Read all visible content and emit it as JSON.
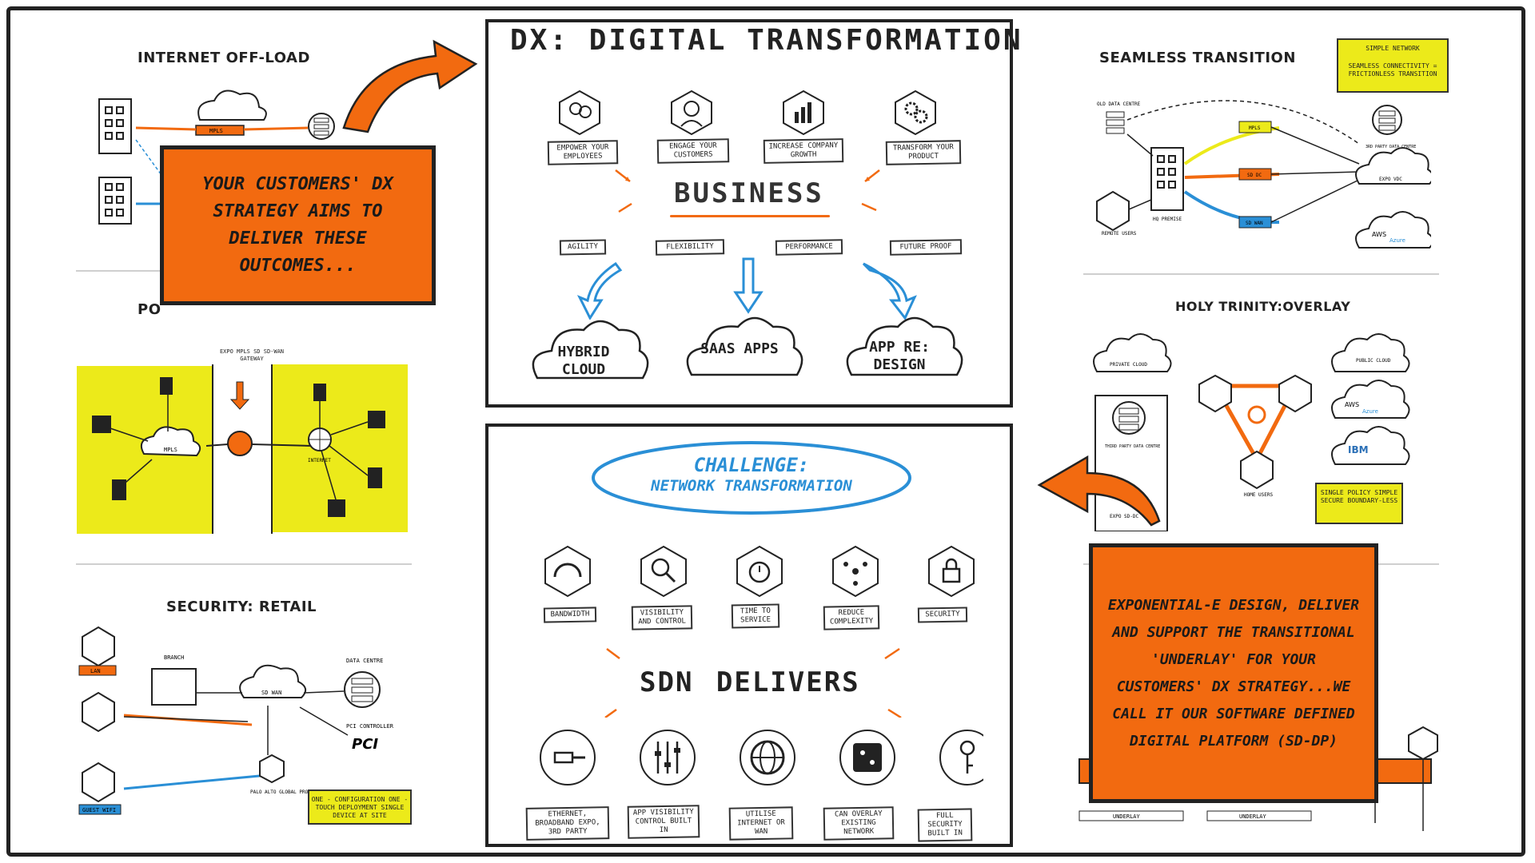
{
  "left": {
    "internet_offload": {
      "title": "INTERNET OFF-LOAD",
      "mpls_label": "MPLS"
    },
    "orange_callout": "YOUR CUSTOMERS' DX STRATEGY AIMS TO DELIVER THESE OUTCOMES...",
    "pop": {
      "title": "PO",
      "gateway_label": "EXPO MPLS SD SD-WAN GATEWAY",
      "mpls_label": "MPLS",
      "internet_label": "INTERNET"
    },
    "security_retail": {
      "title": "SECURITY: RETAIL",
      "branch_label": "BRANCH",
      "sdwan_label": "SD WAN",
      "datacentre_label": "DATA CENTRE",
      "pci_controller_label": "PCI CONTROLLER",
      "pci_logo": "PCI",
      "lan_label": "LAN",
      "guest_wifi_label": "GUEST WIFI",
      "protection_label": "PALO ALTO GLOBAL PROTECTION",
      "note": "ONE - CONFIGURATION ONE - TOUCH DEPLOYMENT SINGLE DEVICE AT SITE"
    }
  },
  "dx": {
    "title": "DX: DIGITAL TRANSFORMATION",
    "goals": [
      "EMPOWER YOUR EMPLOYEES",
      "ENGAGE YOUR CUSTOMERS",
      "INCREASE COMPANY GROWTH",
      "TRANSFORM YOUR PRODUCT"
    ],
    "business_label": "BUSINESS",
    "qualities": [
      "AGILITY",
      "FLEXIBILITY",
      "PERFORMANCE",
      "FUTURE PROOF"
    ],
    "clouds": [
      "HYBRID CLOUD",
      "SAAS APPS",
      "APP RE: DESIGN"
    ]
  },
  "sdn": {
    "challenge_line1": "CHALLENGE:",
    "challenge_line2": "NETWORK TRANSFORMATION",
    "needs": [
      "BANDWIDTH",
      "VISIBILITY AND CONTROL",
      "TIME TO SERVICE",
      "REDUCE COMPLEXITY",
      "SECURITY"
    ],
    "delivers_label": "SDN DELIVERS",
    "solutions": [
      "ETHERNET, BROADBAND EXPO, 3RD PARTY",
      "APP VISIBILITY CONTROL BUILT IN",
      "UTILISE INTERNET OR WAN",
      "CAN OVERLAY EXISTING NETWORK",
      "FULL SECURITY BUILT IN"
    ]
  },
  "right": {
    "seamless": {
      "title": "SEAMLESS TRANSITION",
      "note_line1": "SIMPLE NETWORK",
      "note_line2": "SEAMLESS CONNECTIVITY = FRICTIONLESS TRANSITION",
      "old_dc_label": "OLD DATA CENTRE",
      "mpls_label": "MPLS",
      "sdwan_label": "SD WAN",
      "sd_dc_label": "SD DC",
      "third_party_dc": "3RD PARTY DATA CENTRE",
      "expo_vdc": "EXPO VDC",
      "hq_label": "HQ PREMISE",
      "remote_users": "REMOTE USERS",
      "aws": "AWS",
      "azure": "Azure"
    },
    "holy_trinity": {
      "title": "HOLY TRINITY:OVERLAY",
      "private_cloud": "PRIVATE CLOUD",
      "third_party_dc": "THIRD PARTY DATA CENTRE",
      "expo_sddc": "EXPO SD-DC",
      "public_cloud": "PUBLIC CLOUD",
      "aws": "AWS",
      "azure": "Azure",
      "ibm": "IBM",
      "home_users": "HOME USERS",
      "note": "SINGLE POLICY SIMPLE SECURE BOUNDARY-LESS"
    },
    "orange_callout": "EXPONENTIAL-E DESIGN, DELIVER AND SUPPORT THE TRANSITIONAL 'UNDERLAY' FOR YOUR CUSTOMERS' DX STRATEGY...WE CALL IT OUR SOFTWARE DEFINED DIGITAL PLATFORM (SD-DP)",
    "underlay_labels": [
      "UNDERLAY",
      "UNDERLAY"
    ]
  },
  "colors": {
    "orange": "#f26a10",
    "yellow": "#ecea1a",
    "blue": "#2a8fd6",
    "ink": "#222222"
  }
}
